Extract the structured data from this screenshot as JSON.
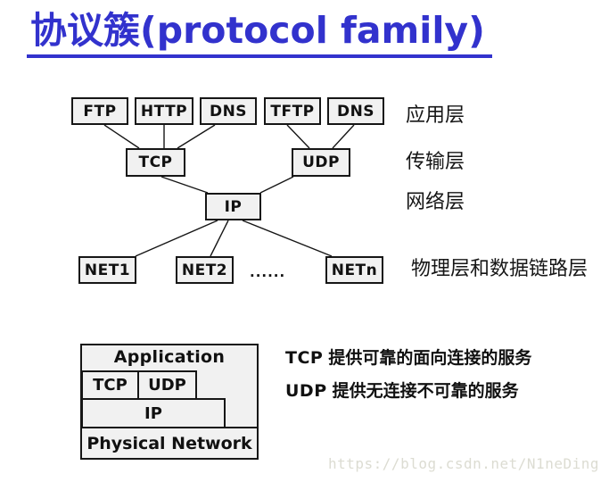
{
  "title": "协议簇(protocol family)",
  "colors": {
    "accent": "#3232cd",
    "box_fill": "#f1f1f1",
    "line": "#161616",
    "watermark": "#dcdcd2"
  },
  "diagram": {
    "nodes": {
      "ftp": "FTP",
      "http": "HTTP",
      "dns1": "DNS",
      "tftp": "TFTP",
      "dns2": "DNS",
      "tcp": "TCP",
      "udp": "UDP",
      "ip": "IP",
      "net1": "NET1",
      "net2": "NET2",
      "netn": "NETn"
    },
    "ellipsis": "......",
    "layer_labels": [
      "应用层",
      "传输层",
      "网络层",
      "物理层和数据链路层"
    ]
  },
  "stack": {
    "application": "Application",
    "tcp": "TCP",
    "udp": "UDP",
    "ip": "IP",
    "physical": "Physical Network"
  },
  "notes": [
    {
      "prefix": "TCP",
      "text": "提供可靠的面向连接的服务"
    },
    {
      "prefix": "UDP",
      "text": "提供无连接不可靠的服务"
    }
  ],
  "watermark": "https://blog.csdn.net/N1neDing"
}
